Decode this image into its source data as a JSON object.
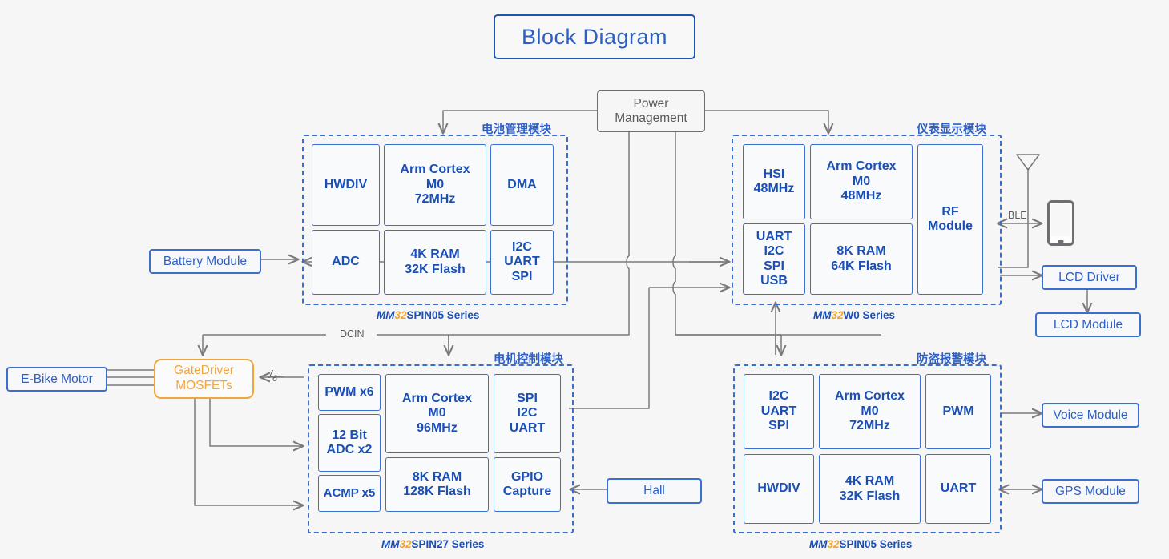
{
  "title": {
    "text": "Block Diagram"
  },
  "power": {
    "label": "Power\nManagement",
    "line1": "Power",
    "line2": "Management"
  },
  "peripherals": {
    "battery_module": "Battery Module",
    "ebike_motor": "E-Bike Motor",
    "gate_driver_l1": "GateDriver",
    "gate_driver_l2": "MOSFETs",
    "hall": "Hall",
    "lcd_driver": "LCD Driver",
    "lcd_module": "LCD Module",
    "voice_module": "Voice Module",
    "gps_module": "GPS Module"
  },
  "wire_labels": {
    "dcin": "DCIN",
    "ble": "BLE",
    "slash6_num": "/",
    "slash6_den": "6"
  },
  "modules": [
    {
      "id": "battery-management",
      "cn_title": "电池管理模块",
      "series_prefix": "MM",
      "series_num": "32",
      "series_rest": "SPIN05 Series",
      "cells": [
        {
          "name": "hwdiv",
          "text": "HWDIV"
        },
        {
          "name": "cpu",
          "text": "Arm Cortex\nM0\n72MHz"
        },
        {
          "name": "dma",
          "text": "DMA"
        },
        {
          "name": "adc",
          "text": "ADC"
        },
        {
          "name": "memory",
          "text": "4K RAM\n32K Flash"
        },
        {
          "name": "interfaces",
          "text": "I2C\nUART\nSPI"
        }
      ]
    },
    {
      "id": "instrument-display",
      "cn_title": "仪表显示模块",
      "series_prefix": "MM",
      "series_num": "32",
      "series_rest": "W0 Series",
      "cells": [
        {
          "name": "hsi",
          "text": "HSI\n48MHz"
        },
        {
          "name": "cpu",
          "text": "Arm Cortex\nM0\n48MHz"
        },
        {
          "name": "rf",
          "text": "RF\nModule"
        },
        {
          "name": "interfaces",
          "text": "UART\nI2C\nSPI\nUSB"
        },
        {
          "name": "memory",
          "text": "8K RAM\n64K Flash"
        }
      ]
    },
    {
      "id": "motor-control",
      "cn_title": "电机控制模块",
      "series_prefix": "MM",
      "series_num": "32",
      "series_rest": "SPIN27 Series",
      "cells": [
        {
          "name": "pwm",
          "text": "PWM x6"
        },
        {
          "name": "adc",
          "text": "12 Bit\nADC x2"
        },
        {
          "name": "acmp",
          "text": "ACMP x5"
        },
        {
          "name": "cpu",
          "text": "Arm Cortex\nM0\n96MHz"
        },
        {
          "name": "memory",
          "text": "8K RAM\n128K Flash"
        },
        {
          "name": "interfaces",
          "text": "SPI\nI2C\nUART"
        },
        {
          "name": "gpio",
          "text": "GPIO\nCapture"
        }
      ]
    },
    {
      "id": "anti-theft-alarm",
      "cn_title": "防盗报警模块",
      "series_prefix": "MM",
      "series_num": "32",
      "series_rest": "SPIN05 Series",
      "cells": [
        {
          "name": "interfaces",
          "text": "I2C\nUART\nSPI"
        },
        {
          "name": "cpu",
          "text": "Arm Cortex\nM0\n72MHz"
        },
        {
          "name": "pwm",
          "text": "PWM"
        },
        {
          "name": "hwdiv",
          "text": "HWDIV"
        },
        {
          "name": "memory",
          "text": "4K RAM\n32K Flash"
        },
        {
          "name": "uart",
          "text": "UART"
        }
      ]
    }
  ],
  "colors": {
    "accent_blue": "#2d5fc4",
    "cell_blue": "#1a4fb5",
    "orange": "#eda641",
    "wire_grey": "#7a7a7e",
    "background": "#f6f6f7"
  }
}
